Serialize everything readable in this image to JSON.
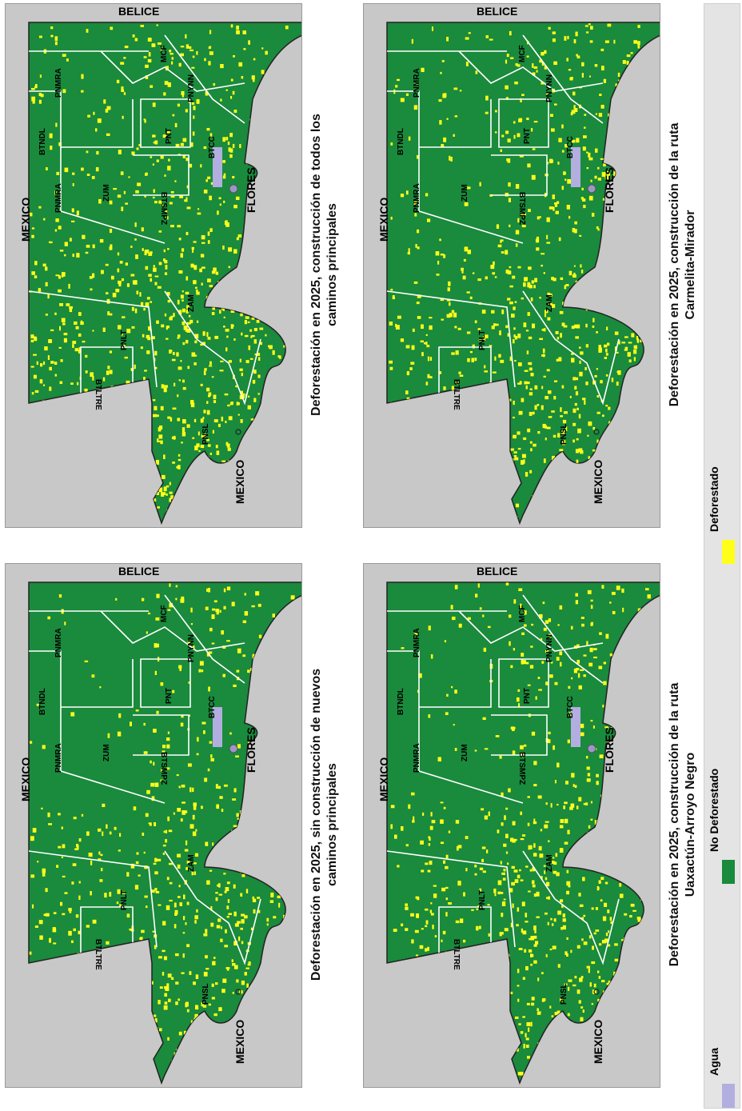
{
  "colors": {
    "water": "#b3aee0",
    "not_deforested": "#1a8a3c",
    "deforested": "#ffff1a",
    "background_land": "#c8c8c8"
  },
  "maps": [
    {
      "label_belice": "BELICE",
      "label_mexico_top": "MEXICO",
      "label_mexico_bottom": "MEXICO",
      "label_flores": "FLORES",
      "zones": [
        "PNMRA",
        "BTNDL",
        "PNMRA",
        "ZUM",
        "MCF",
        "PNYNN",
        "PNT",
        "BTSMPZ",
        "BTCC",
        "PNLT",
        "BTLTRE",
        "ZAM",
        "PNSL"
      ],
      "caption_line1": "Deforestación en 2025, construcción de todos los",
      "caption_line2": "caminos principales"
    },
    {
      "label_belice": "BELICE",
      "label_mexico_top": "MEXICO",
      "label_mexico_bottom": "MEXICO",
      "label_flores": "FLORES",
      "zones": [
        "PNMRA",
        "BTNDL",
        "PNMRA",
        "ZUM",
        "MCF",
        "PNYNN",
        "PNT",
        "BTSMPZ",
        "BTCC",
        "PNLT",
        "BTLTRE",
        "ZAM",
        "PNSL"
      ],
      "caption_line1": "Deforestación en 2025, construcción de la ruta",
      "caption_line2": "Carmelita-Mirador"
    },
    {
      "label_belice": "BELICE",
      "label_mexico_top": "MEXICO",
      "label_mexico_bottom": "MEXICO",
      "label_flores": "FLORES",
      "zones": [
        "PNMRA",
        "BTNDL",
        "PNMRA",
        "ZUM",
        "MCF",
        "PNYNN",
        "PNT",
        "BTSMPZ",
        "BTCC",
        "PNLT",
        "BTLTRE",
        "ZAM",
        "PNSL"
      ],
      "caption_line1": "Deforestación en 2025, sin construcción de nuevos",
      "caption_line2": "caminos principales"
    },
    {
      "label_belice": "BELICE",
      "label_mexico_top": "MEXICO",
      "label_mexico_bottom": "MEXICO",
      "label_flores": "FLORES",
      "zones": [
        "PNMRA",
        "BTNDL",
        "PNMRA",
        "ZUM",
        "MCF",
        "PNYNN",
        "PNT",
        "BTSMPZ",
        "BTCC",
        "PNLT",
        "BTLTRE",
        "ZAM",
        "PNSL"
      ],
      "caption_line1": "Deforestación en 2025, construcción de la ruta",
      "caption_line2": "Uaxactún-Arroyo Negro"
    }
  ],
  "legend": {
    "items": [
      {
        "label": "Deforestado",
        "color": "#ffff1a"
      },
      {
        "label": "No Deforestado",
        "color": "#1a8a3c"
      },
      {
        "label": "Agua",
        "color": "#b3aee0"
      }
    ]
  }
}
